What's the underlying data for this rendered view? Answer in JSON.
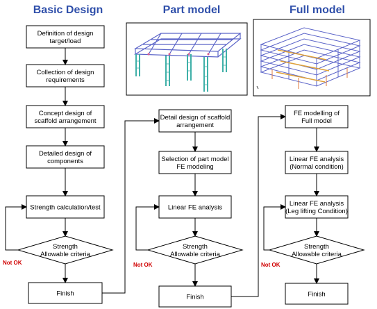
{
  "columns": [
    {
      "title": "Basic Design",
      "steps": [
        [
          "Definition of design",
          "target/load"
        ],
        [
          "Collection of design",
          "requirements"
        ],
        [
          "Concept design of",
          "scaffold arrangement"
        ],
        [
          "Detailed design of",
          "components"
        ],
        [
          "Strength calculation/test"
        ]
      ],
      "decision": [
        "Strength",
        "Allowable criteria"
      ],
      "fail_label": "Not OK",
      "end": "Finish"
    },
    {
      "title": "Part model",
      "steps": [
        [
          "Detail design of scaffold",
          "arrangement"
        ],
        [
          "Selection of part model",
          "FE modeling"
        ],
        [
          "Linear FE analysis"
        ]
      ],
      "decision": [
        "Strength",
        "Allowable criteria"
      ],
      "fail_label": "Not OK",
      "end": "Finish"
    },
    {
      "title": "Full model",
      "steps": [
        [
          "FE modelling of",
          "Full model"
        ],
        [
          "Linear FE analysis",
          "(Normal condition)"
        ],
        [
          "Linear FE analysis",
          "(Leg lifting Condition)"
        ]
      ],
      "decision": [
        "Strength",
        "Allowable criteria"
      ],
      "fail_label": "Not OK",
      "end": "Finish"
    }
  ],
  "colors": {
    "heading": "#2f4faa",
    "fail_label": "#d00000",
    "model_frame": "#5a63c8",
    "model_legs": "#3fb0a8",
    "model_floor": "#e0a23a"
  }
}
